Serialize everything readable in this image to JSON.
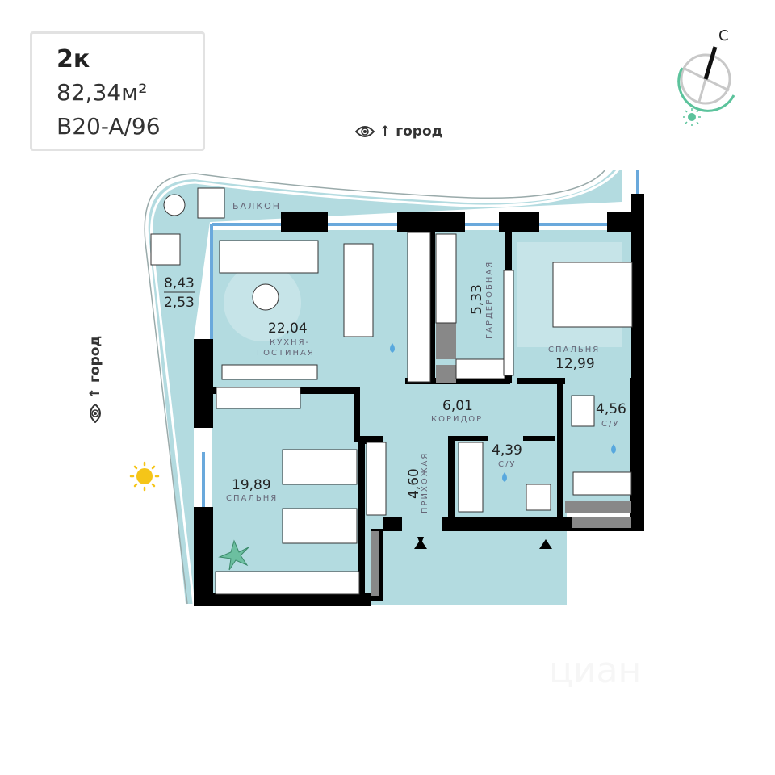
{
  "apartment": {
    "rooms": "2к",
    "area": "82,34м²",
    "code": "B20-A/96"
  },
  "views": {
    "top": {
      "icon": "eye-icon",
      "arrow": "↑",
      "label": "город"
    },
    "left": {
      "icon": "eye-icon",
      "arrow": "↑",
      "label": "город"
    }
  },
  "compass": {
    "north_label": "С"
  },
  "colors": {
    "room_fill": "#b3dbe0",
    "wall": "#000000",
    "window": "#6aa9dc",
    "accent_green": "#5cc39c",
    "sun": "#f5c518"
  },
  "rooms": [
    {
      "id": "balcony",
      "name": "БАЛКОН",
      "area": "8,43",
      "area2": "2,53"
    },
    {
      "id": "kitchen-living",
      "name_line1": "КУХНЯ-",
      "name_line2": "ГОСТИНАЯ",
      "area": "22,04"
    },
    {
      "id": "wardrobe",
      "name": "ГАРДЕРОБНАЯ",
      "area": "5,33"
    },
    {
      "id": "bedroom-1",
      "name": "СПАЛЬНЯ",
      "area": "12,99"
    },
    {
      "id": "corridor",
      "name": "КОРИДОР",
      "area": "6,01"
    },
    {
      "id": "bathroom-1",
      "name": "С/У",
      "area": "4,39"
    },
    {
      "id": "bathroom-2",
      "name": "С/У",
      "area": "4,56"
    },
    {
      "id": "hallway",
      "name": "ПРИХОЖАЯ",
      "area": "4,60"
    },
    {
      "id": "bedroom-2",
      "name": "СПАЛЬНЯ",
      "area": "19,89"
    }
  ],
  "watermark": "циан"
}
